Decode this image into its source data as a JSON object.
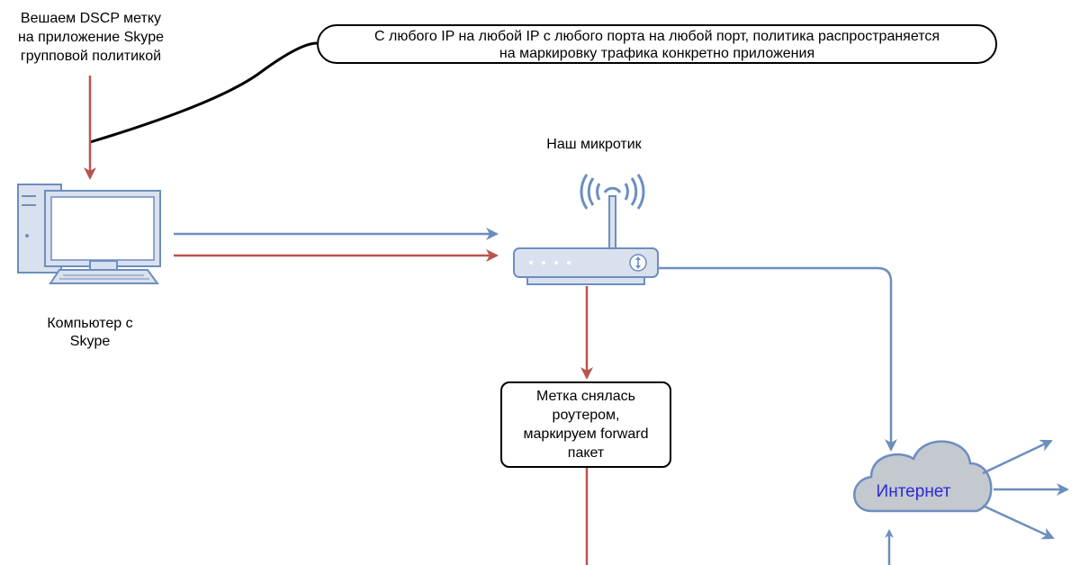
{
  "top_note": {
    "lines": [
      "Вешаем DSCP метку",
      "на приложение Skype",
      "групповой политикой"
    ]
  },
  "callout": {
    "lines": [
      "С любого IP на любой IP с любого порта на любой порт, политика распространяется",
      "на маркировку трафика конкретно приложения"
    ]
  },
  "computer": {
    "icon": "desktop-computer-icon",
    "label_lines": [
      "Компьютер с",
      "Skype"
    ]
  },
  "router": {
    "icon": "wifi-router-icon",
    "label": "Наш микротик"
  },
  "note_box": {
    "lines": [
      "Метка снялась",
      "роутером,",
      "маркируем forward",
      "пакет"
    ]
  },
  "internet": {
    "icon": "cloud-icon",
    "label": "Интернет"
  },
  "colors": {
    "red_flow": "#b85450",
    "blue_flow": "#6c8ebf",
    "device_fill": "#dae1ee",
    "device_stroke": "#6c8ebf",
    "cloud_fill": "#c4c8cf",
    "internet_text": "#2b2bd0",
    "outline": "#000000"
  }
}
